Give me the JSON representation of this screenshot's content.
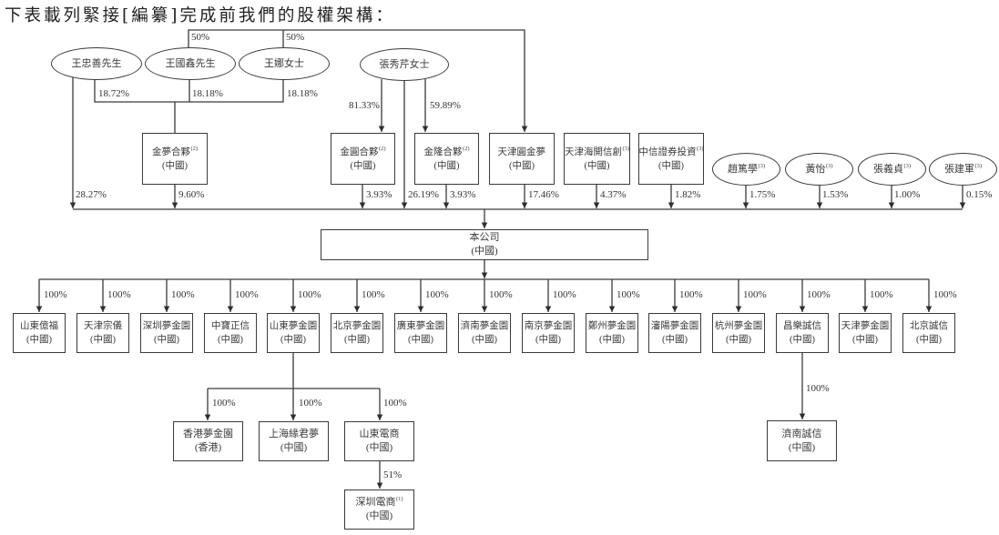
{
  "title": "下表載列緊接[編纂]完成前我們的股權架構：",
  "individuals": [
    {
      "name": "王忠善先生",
      "company_pct": "28.27%",
      "jinmeng_pct": "18.72%"
    },
    {
      "name": "王國鑫先生",
      "jinmeng_pct": "18.18%",
      "tianjin_yuanjinmeng_pct": "50%"
    },
    {
      "name": "王娜女士",
      "jinmeng_pct": "18.18%",
      "tianjin_yuanjinmeng_pct": "50%"
    },
    {
      "name": "張秀芹女士",
      "company_pct": "26.19%",
      "jinyuan_pct": "81.33%",
      "jinlong_pct": "59.89%"
    }
  ],
  "entities": [
    {
      "name": "金夢合夥",
      "note": "(2)",
      "region": "(中國)",
      "company_pct": "9.60%"
    },
    {
      "name": "金圓合夥",
      "note": "(2)",
      "region": "(中國)",
      "company_pct": "3.93%"
    },
    {
      "name": "金隆合夥",
      "note": "(2)",
      "region": "(中國)",
      "company_pct": "3.93%"
    },
    {
      "name": "天津圓金夢",
      "note": "",
      "region": "(中國)",
      "company_pct": "17.46%"
    },
    {
      "name": "天津海開信創",
      "note": "(3)",
      "region": "(中國)",
      "company_pct": "4.37%"
    },
    {
      "name": "中信證券投資",
      "note": "(3)",
      "region": "(中國)",
      "company_pct": "1.82%"
    }
  ],
  "minority_individuals": [
    {
      "name": "趙篤學",
      "note": "(3)",
      "company_pct": "1.75%"
    },
    {
      "name": "黃怡",
      "note": "(3)",
      "company_pct": "1.53%"
    },
    {
      "name": "張義貞",
      "note": "(3)",
      "company_pct": "1.00%"
    },
    {
      "name": "張建軍",
      "note": "(3)",
      "company_pct": "0.15%"
    }
  ],
  "company": {
    "name": "本公司",
    "region": "(中國)"
  },
  "subsidiaries": [
    {
      "name": "山東億福",
      "region": "(中國)",
      "pct": "100%"
    },
    {
      "name": "天津宗儀",
      "region": "(中國)",
      "pct": "100%"
    },
    {
      "name": "深圳夢金園",
      "region": "(中國)",
      "pct": "100%"
    },
    {
      "name": "中寶正信",
      "region": "(中國)",
      "pct": "100%"
    },
    {
      "name": "山東夢金園",
      "region": "(中國)",
      "pct": "100%"
    },
    {
      "name": "北京夢金園",
      "region": "(中國)",
      "pct": "100%"
    },
    {
      "name": "廣東夢金園",
      "region": "(中國)",
      "pct": "100%"
    },
    {
      "name": "濟南夢金園",
      "region": "(中國)",
      "pct": "100%"
    },
    {
      "name": "南京夢金園",
      "region": "(中國)",
      "pct": "100%"
    },
    {
      "name": "鄭州夢金園",
      "region": "(中國)",
      "pct": "100%"
    },
    {
      "name": "瀋陽夢金園",
      "region": "(中國)",
      "pct": "100%"
    },
    {
      "name": "杭州夢金園",
      "region": "(中國)",
      "pct": "100%"
    },
    {
      "name": "昌樂誠信",
      "region": "(中國)",
      "pct": "100%"
    },
    {
      "name": "天津夢金園",
      "region": "(中國)",
      "pct": "100%"
    },
    {
      "name": "北京誠信",
      "region": "(中國)",
      "pct": "100%"
    }
  ],
  "shandong_mengjinyuan_subsidiaries": [
    {
      "name": "香港夢金園",
      "region": "(香港)",
      "pct": "100%"
    },
    {
      "name": "上海緣君夢",
      "region": "(中國)",
      "pct": "100%"
    },
    {
      "name": "山東電商",
      "region": "(中國)",
      "pct": "100%"
    }
  ],
  "shandong_ecommerce_subsidiary": {
    "name": "深圳電商",
    "note": "(1)",
    "region": "(中國)",
    "pct": "51%"
  },
  "changle_chengxin_subsidiary": {
    "name": "濟南誠信",
    "region": "(中國)",
    "pct": "100%"
  }
}
